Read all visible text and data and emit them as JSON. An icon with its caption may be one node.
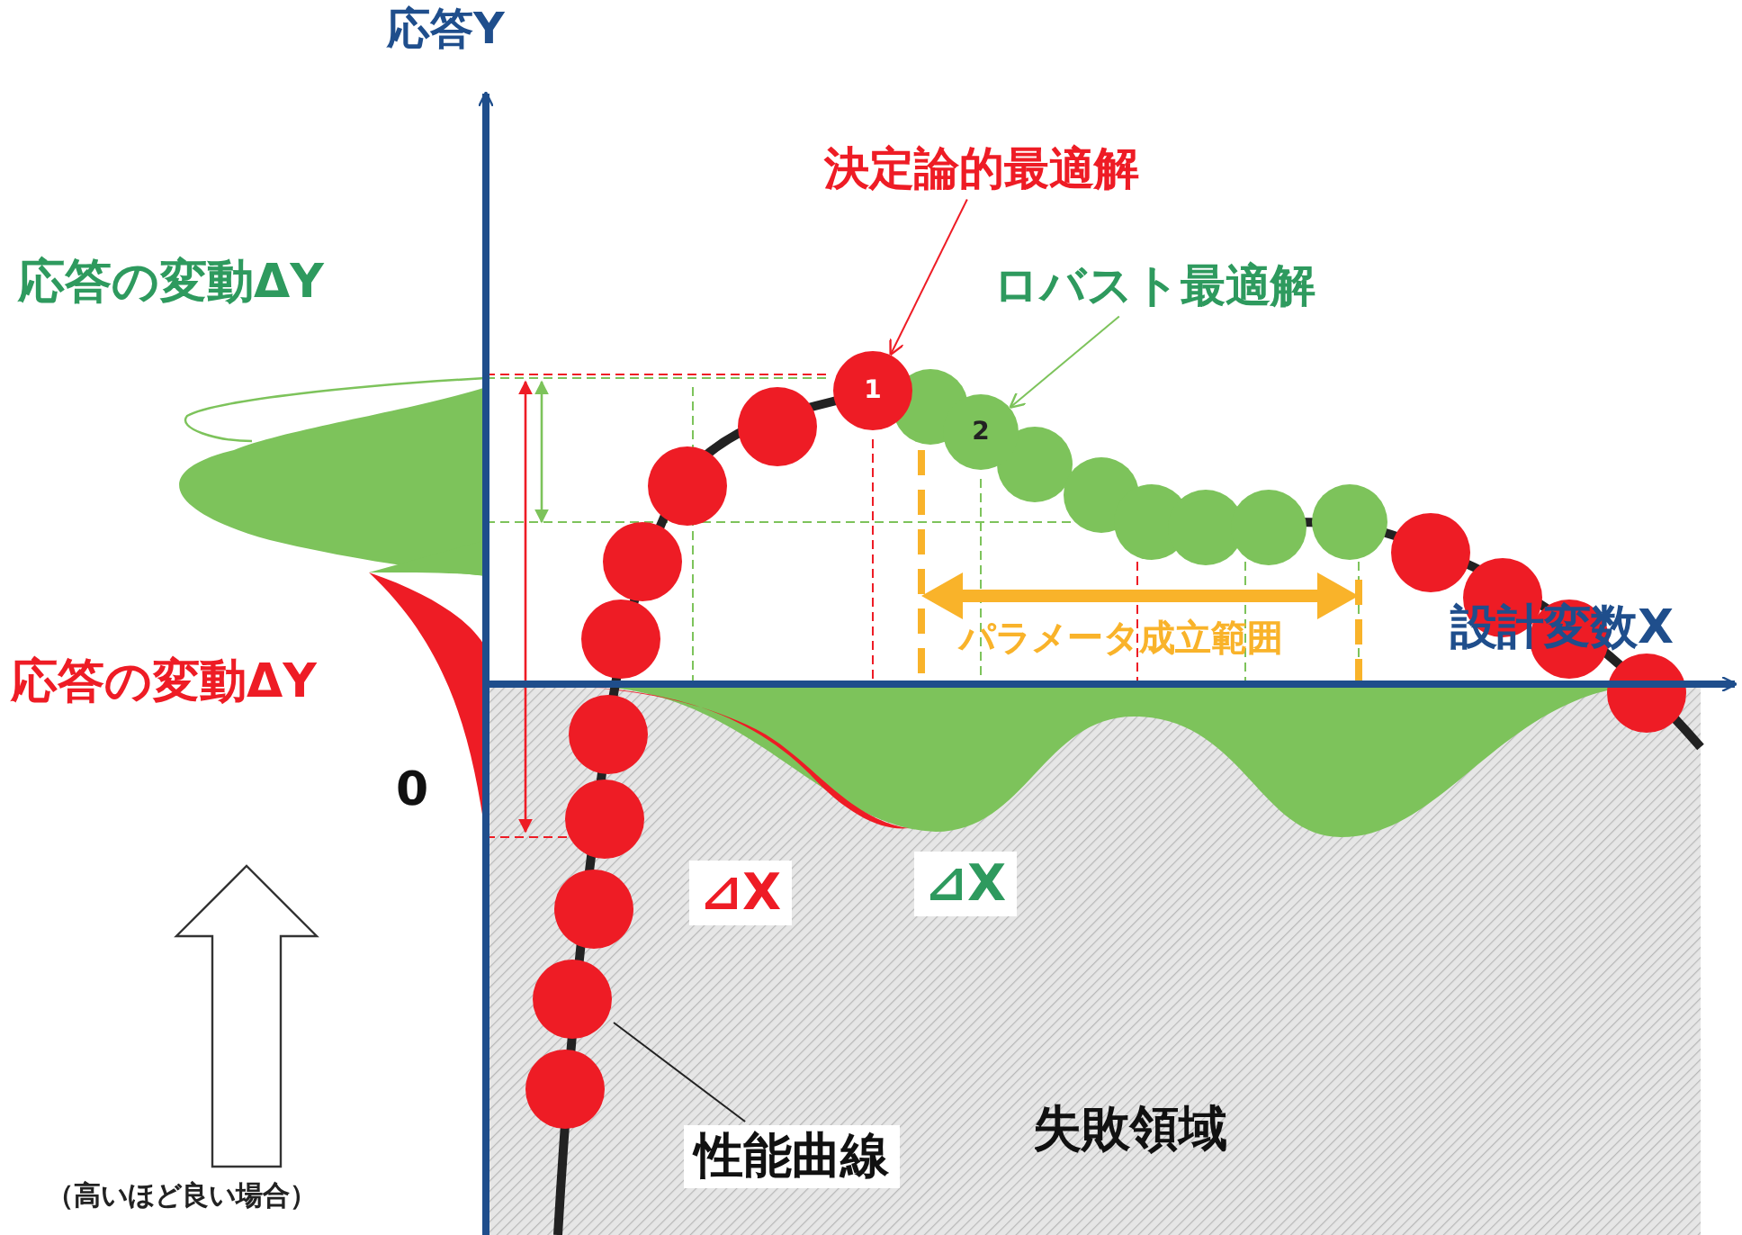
{
  "diagram": {
    "nodes": [
      {
        "text": [
          "決定論的最適解"
        ]
      },
      {
        "text": [
          "1"
        ]
      },
      {
        "text": [
          "ロバスト最適解"
        ]
      },
      {
        "text": [
          "2"
        ]
      },
      {
        "text": [
          "性能曲線"
        ]
      }
    ],
    "edges": [
      {
        "from": 0,
        "to": 1,
        "arrow": "to",
        "color": "#ee1c25"
      },
      {
        "from": 2,
        "to": 3,
        "arrow": "to",
        "color": "#7dc35b"
      },
      {
        "from": 4,
        "to": null,
        "arrow": "none",
        "color": "#222222"
      }
    ],
    "labels": [
      "応答Y",
      "応答の変動ΔY",
      "応答の変動ΔY",
      "0",
      "設計変数X",
      "パラメータ成立範囲",
      "⊿X",
      "⊿X",
      "失敗領域",
      "（高いほど良い場合）"
    ]
  }
}
